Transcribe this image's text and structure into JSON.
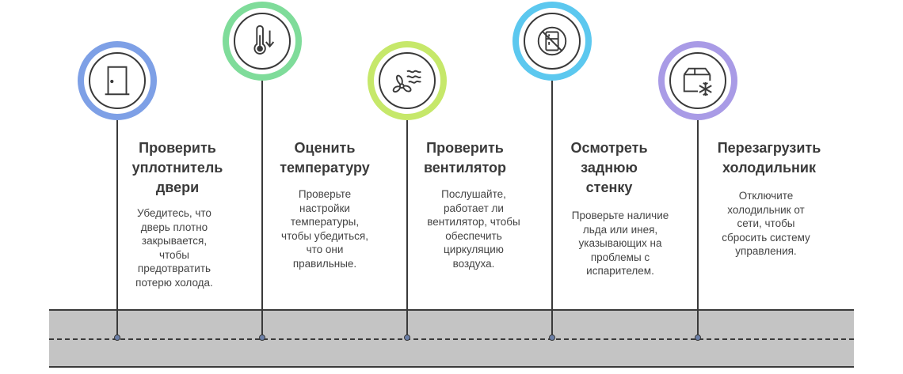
{
  "steps": [
    {
      "title_lines": [
        "Проверить",
        "уплотнитель",
        "двери"
      ],
      "desc_lines": [
        "Убедитесь, что",
        "дверь плотно",
        "закрывается,",
        "чтобы",
        "предотвратить",
        "потерю холода."
      ],
      "ring_color": "#7ea0e6",
      "icon": "door-icon"
    },
    {
      "title_lines": [
        "Оценить",
        "температуру"
      ],
      "desc_lines": [
        "Проверьте",
        "настройки",
        "температуры,",
        "чтобы убедиться,",
        "что они",
        "правильные."
      ],
      "ring_color": "#7fdc9a",
      "icon": "thermometer-down-icon"
    },
    {
      "title_lines": [
        "Проверить",
        "вентилятор"
      ],
      "desc_lines": [
        "Послушайте,",
        "работает ли",
        "вентилятор, чтобы",
        "обеспечить",
        "циркуляцию",
        "воздуха."
      ],
      "ring_color": "#c6e86a",
      "icon": "fan-icon"
    },
    {
      "title_lines": [
        "Осмотреть",
        "заднюю",
        "стенку"
      ],
      "desc_lines": [
        "Проверьте наличие",
        "льда или инея,",
        "указывающих на",
        "проблемы с",
        "испарителем."
      ],
      "ring_color": "#5cc8ef",
      "icon": "no-fridge-icon"
    },
    {
      "title_lines": [
        "Перезагрузить",
        "холодильник"
      ],
      "desc_lines": [
        "Отключите",
        "холодильник от",
        "сети, чтобы",
        "сбросить систему",
        "управления."
      ],
      "ring_color": "#a99be6",
      "icon": "box-snowflake-icon"
    }
  ]
}
